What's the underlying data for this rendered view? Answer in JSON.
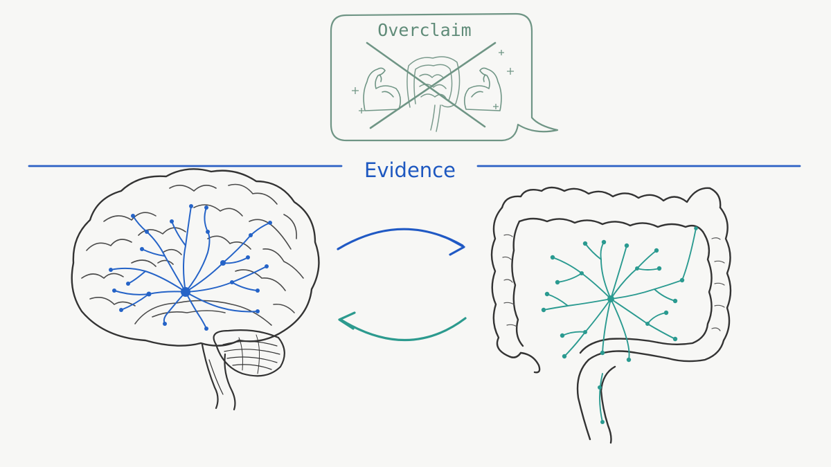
{
  "bubble": {
    "label": "Overclaim",
    "crossed_out": true,
    "icons": [
      "flexing-arm-icon",
      "intestine-icon",
      "flexing-arm-icon",
      "sparkle-icon"
    ]
  },
  "divider": {
    "label": "Evidence"
  },
  "panels": {
    "left_icon": "brain-icon",
    "right_icon": "intestine-icon",
    "arrows": [
      "arrow-right",
      "arrow-left"
    ]
  },
  "colors": {
    "background": "#f7f7f5",
    "ink": "#333333",
    "overclaim": "#5f8b78",
    "evidence_blue": "#1e58c0",
    "neuron_blue": "#2563c7",
    "gut_teal": "#2a9a90"
  }
}
